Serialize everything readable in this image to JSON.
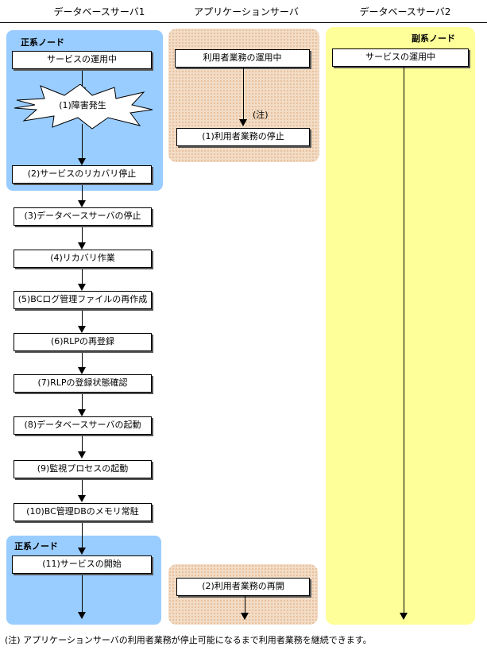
{
  "columns": {
    "db1": "データベースサーバ1",
    "app": "アプリケーションサーバ",
    "db2": "データベースサーバ2"
  },
  "labels": {
    "primary_top": "正系ノード",
    "secondary": "副系ノード",
    "primary_bottom": "正系ノード"
  },
  "db1_steps": {
    "running": "サービスの運用中",
    "failure": "(1)障害発生",
    "s2": "(2)サービスのリカバリ停止",
    "s3": "(3)データベースサーバの停止",
    "s4": "(4)リカバリ作業",
    "s5": "(5)BCログ管理ファイルの再作成",
    "s6": "(6)RLPの再登録",
    "s7": "(7)RLPの登録状態確認",
    "s8": "(8)データベースサーバの起動",
    "s9": "(9)監視プロセスの起動",
    "s10": "(10)BC管理DBのメモリ常駐",
    "s11": "(11)サービスの開始"
  },
  "app_steps": {
    "running": "利用者業務の運用中",
    "note": "(注)",
    "stop": "(1)利用者業務の停止",
    "resume": "(2)利用者業務の再開"
  },
  "db2_steps": {
    "running": "サービスの運用中"
  },
  "footnote": "(注) アプリケーションサーバの利用者業務が停止可能になるまで利用者業務を継続できます。",
  "colors": {
    "blue_region": "#99ccff",
    "tan_region": "#f2dcc6",
    "yellow_region": "#ffff99"
  }
}
